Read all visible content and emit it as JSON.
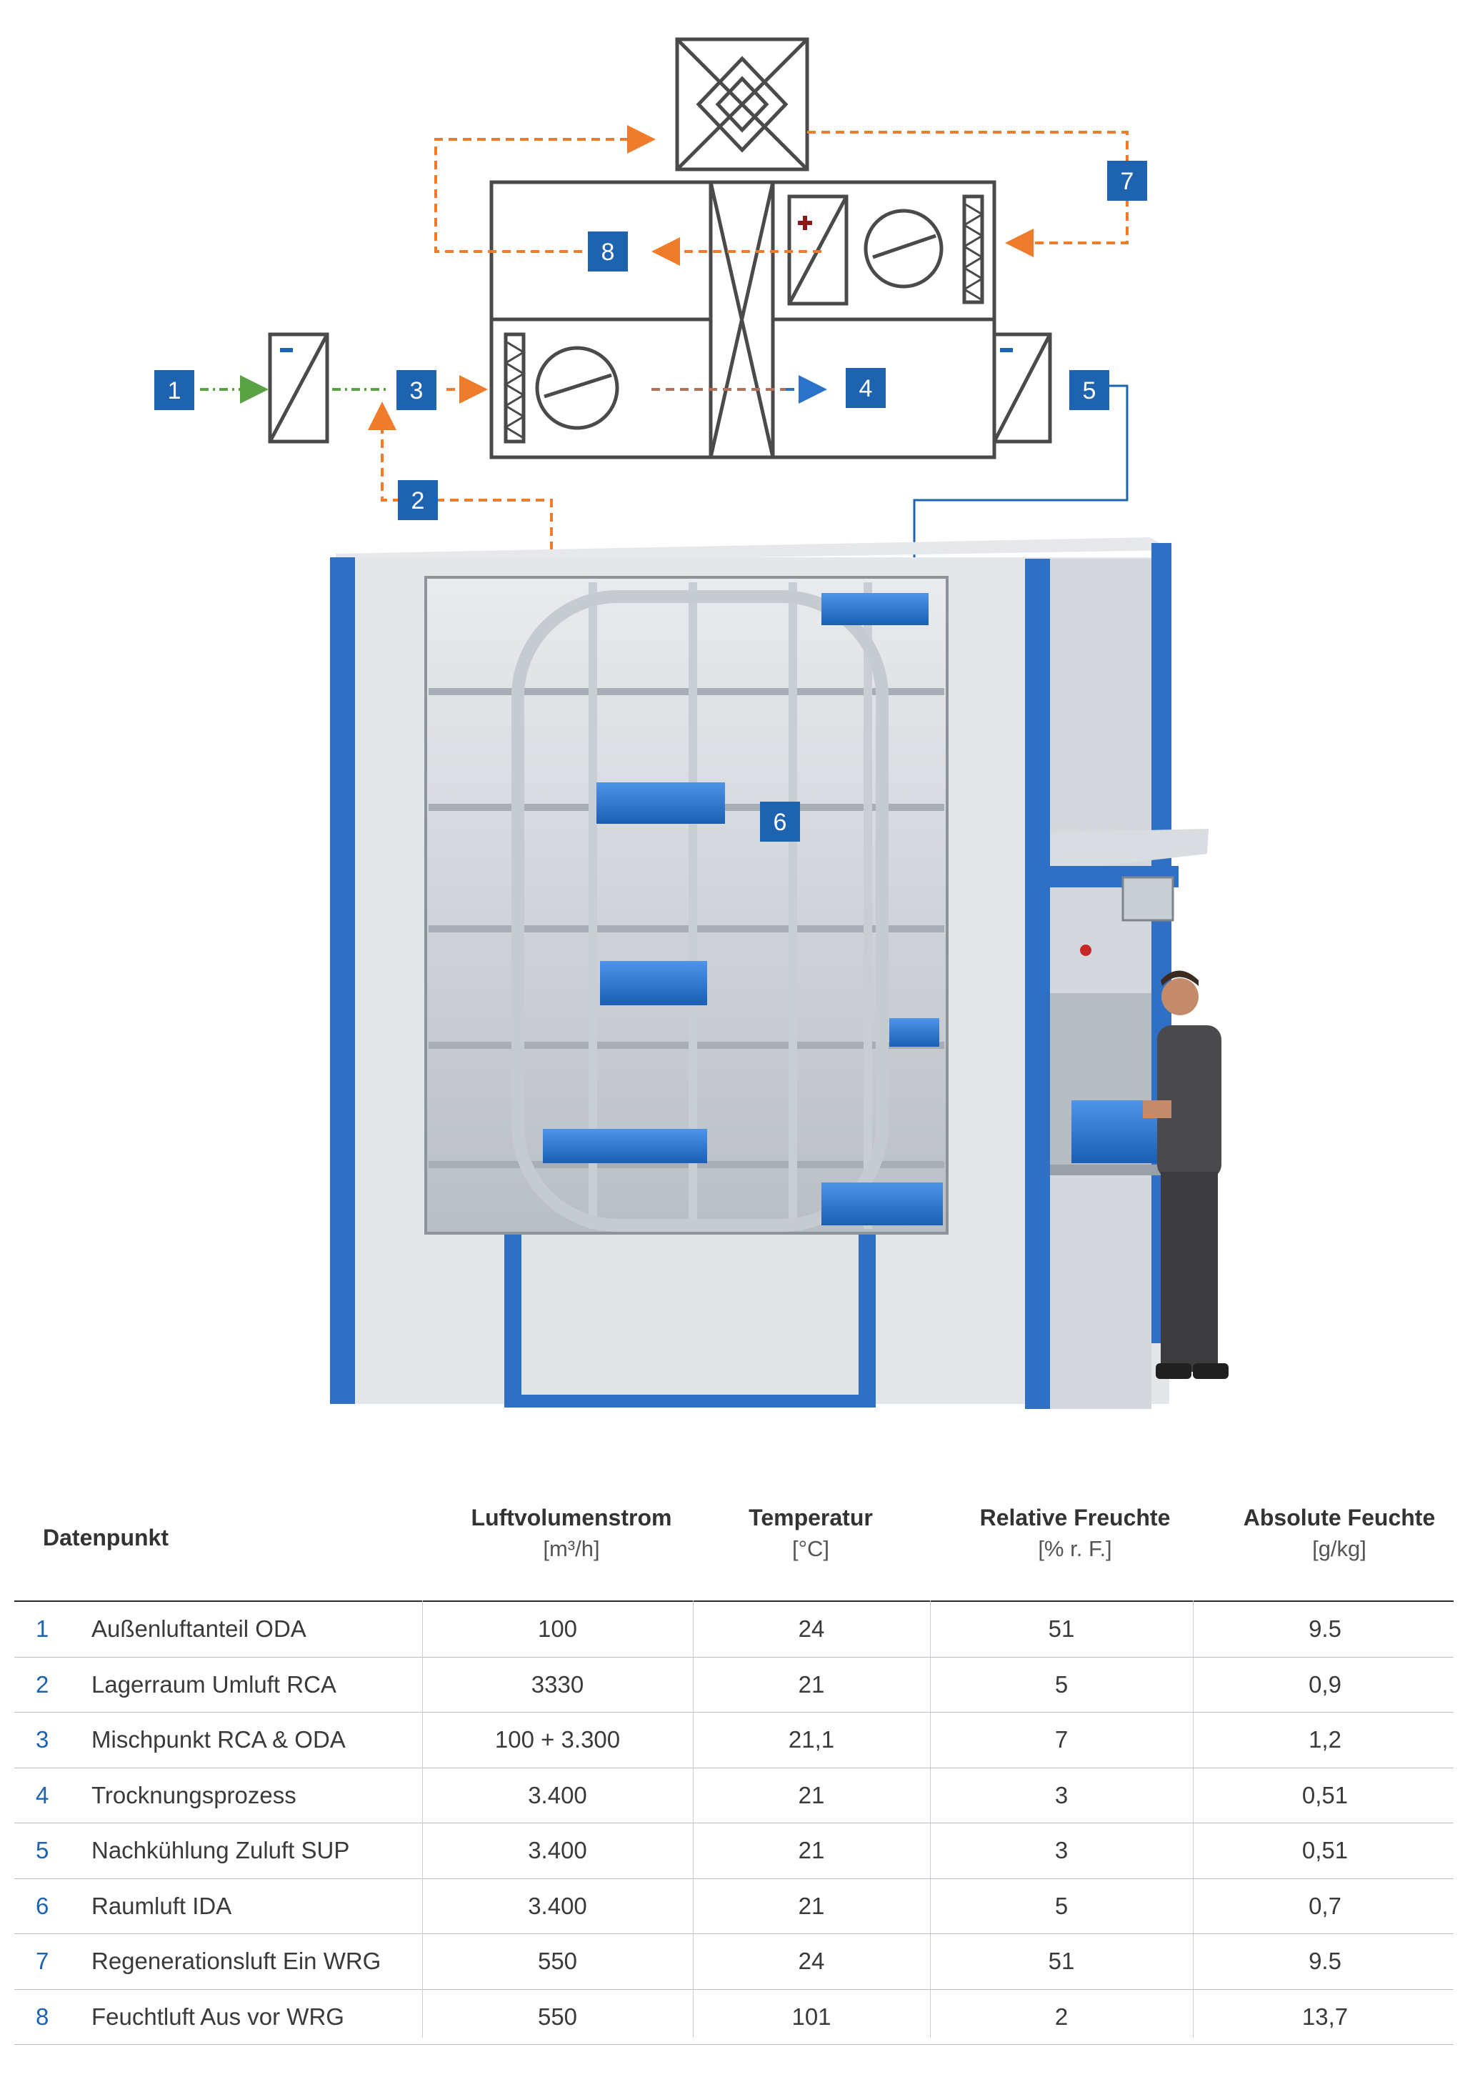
{
  "colors": {
    "accent_blue": "#1e63b0",
    "frame_blue": "#2f6fc4",
    "flow_orange": "#ee7c2a",
    "flow_green": "#5aa344",
    "flow_blue": "#2b73c9",
    "line_gray": "#4a4a4a"
  },
  "diagram": {
    "points": [
      {
        "id": "p1",
        "label": "1"
      },
      {
        "id": "p2",
        "label": "2"
      },
      {
        "id": "p3",
        "label": "3"
      },
      {
        "id": "p4",
        "label": "4"
      },
      {
        "id": "p5",
        "label": "5"
      },
      {
        "id": "p6",
        "label": "6"
      },
      {
        "id": "p7",
        "label": "7"
      },
      {
        "id": "p8",
        "label": "8"
      }
    ],
    "icons": [
      "filter-icon",
      "fan-icon",
      "heat-exchanger-icon",
      "heater-icon",
      "cooler-icon",
      "worker-figure",
      "vertical-storage-lift"
    ]
  },
  "table": {
    "first_header": "Datenpunkt",
    "columns": [
      {
        "title": "Luftvolumenstrom",
        "unit": "[m³/h]"
      },
      {
        "title": "Temperatur",
        "unit": "[°C]"
      },
      {
        "title": "Relative Freuchte",
        "unit": "[% r. F.]"
      },
      {
        "title": "Absolute Feuchte",
        "unit": "[g/kg]"
      }
    ],
    "rows": [
      {
        "num": "1",
        "name": "Außenluftanteil ODA",
        "values": [
          "100",
          "24",
          "51",
          "9.5"
        ]
      },
      {
        "num": "2",
        "name": "Lagerraum Umluft RCA",
        "values": [
          "3330",
          "21",
          "5",
          "0,9"
        ]
      },
      {
        "num": "3",
        "name": "Mischpunkt RCA & ODA",
        "values": [
          "100 + 3.300",
          "21,1",
          "7",
          "1,2"
        ]
      },
      {
        "num": "4",
        "name": "Trocknungsprozess",
        "values": [
          "3.400",
          "21",
          "3",
          "0,51"
        ]
      },
      {
        "num": "5",
        "name": "Nachkühlung Zuluft SUP",
        "values": [
          "3.400",
          "21",
          "3",
          "0,51"
        ]
      },
      {
        "num": "6",
        "name": "Raumluft IDA",
        "values": [
          "3.400",
          "21",
          "5",
          "0,7"
        ]
      },
      {
        "num": "7",
        "name": "Regenerationsluft Ein WRG",
        "values": [
          "550",
          "24",
          "51",
          "9.5"
        ]
      },
      {
        "num": "8",
        "name": "Feuchtluft Aus vor WRG",
        "values": [
          "550",
          "101",
          "2",
          "13,7"
        ]
      }
    ]
  }
}
